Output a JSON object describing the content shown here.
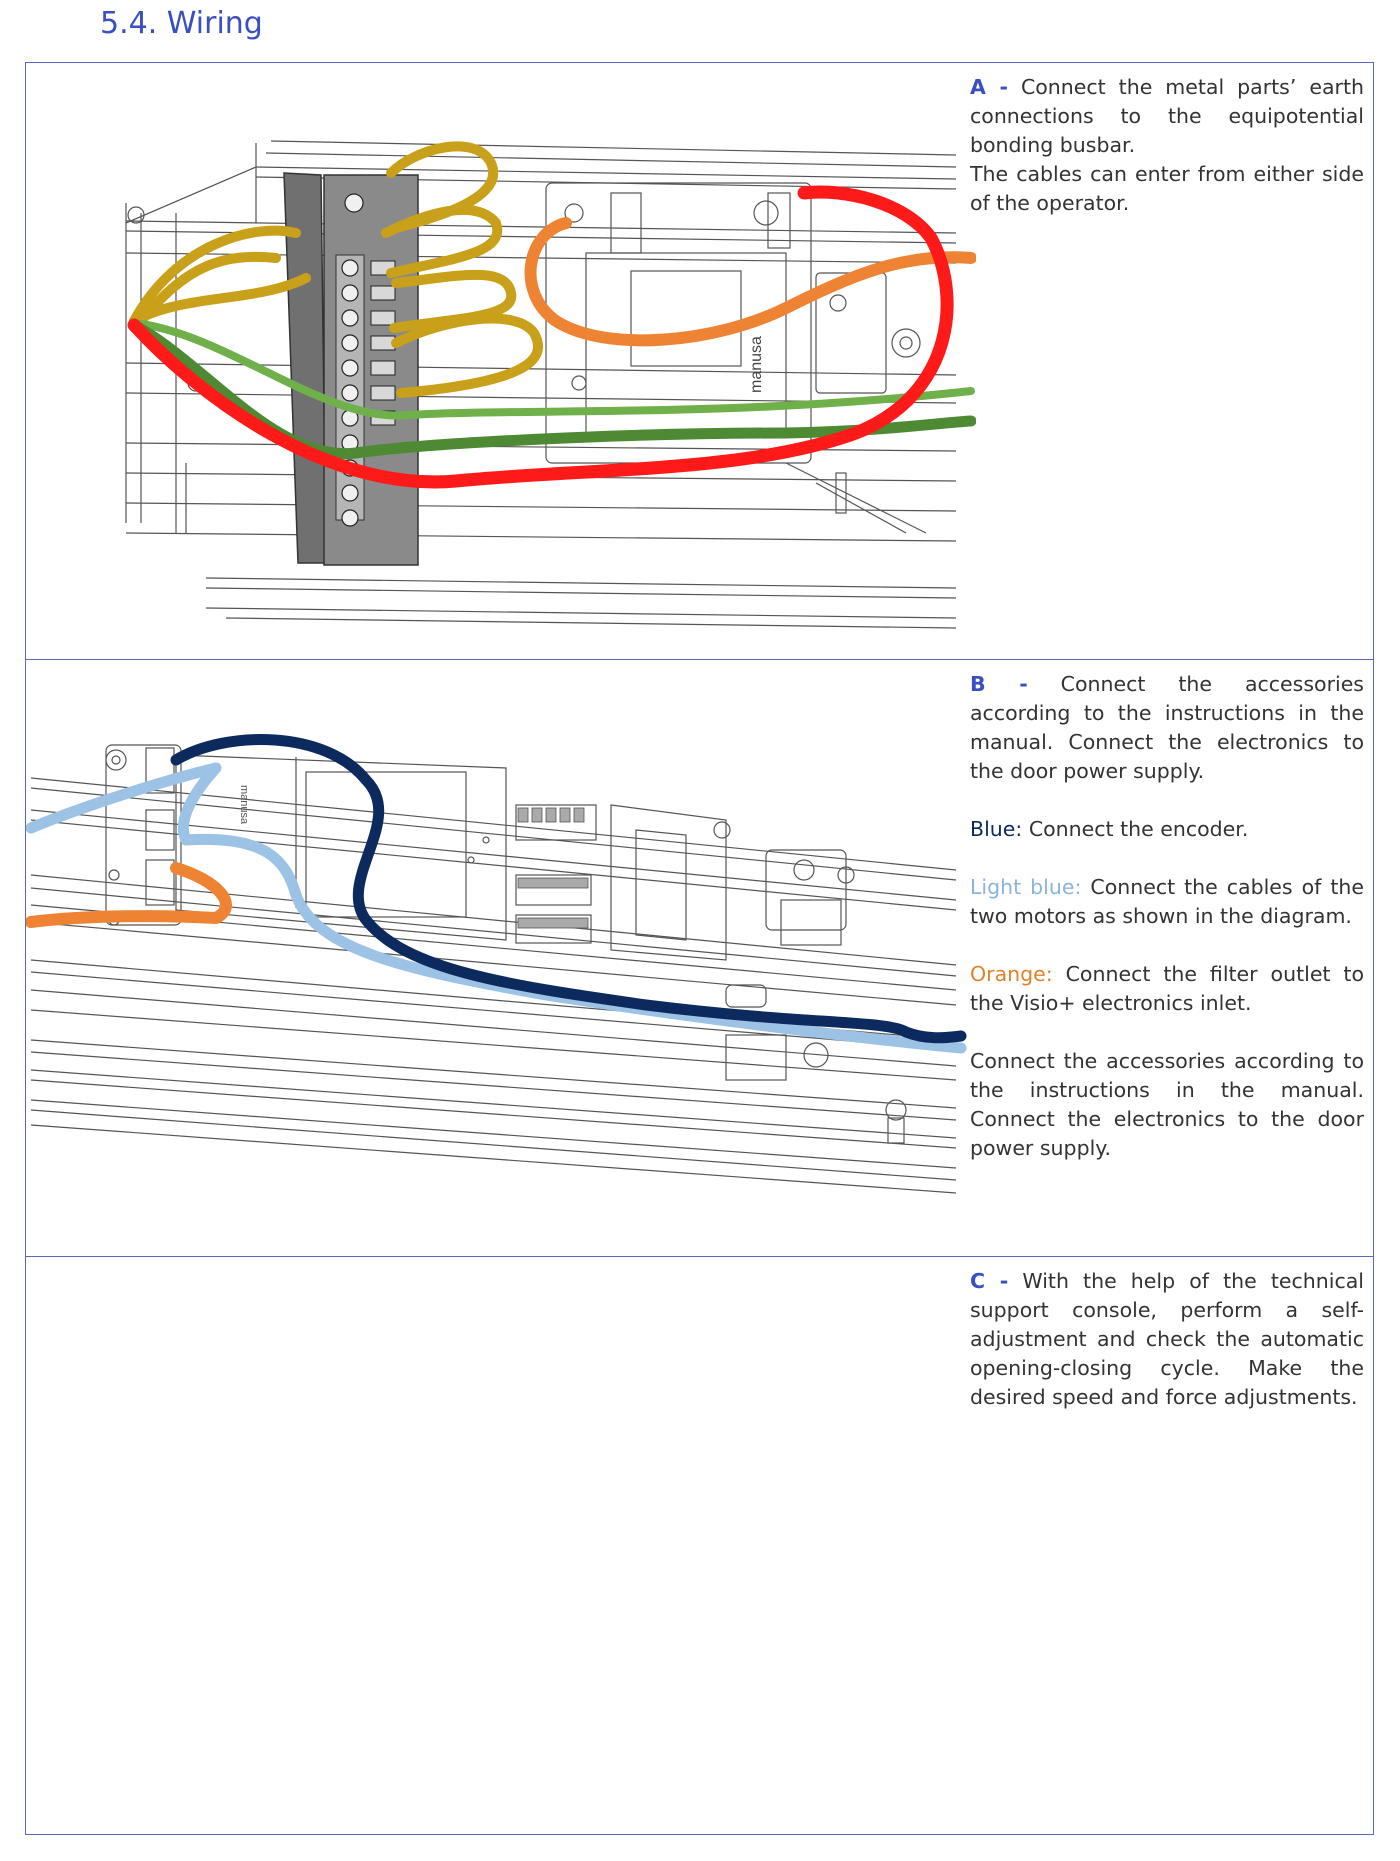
{
  "page": {
    "title": "5.4. Wiring"
  },
  "steps": {
    "a": {
      "letter": "A -",
      "text": "Connect the metal parts’ earth connections to the equipotential bonding busbar.",
      "text2": "The cables can enter from either side of the operator."
    },
    "b": {
      "letter": "B -",
      "text": "Connect the accessories according to the instructions in the manual. Connect the electronics to the door power supply.",
      "blue_key": "Blue:",
      "blue_text": "Connect the encoder.",
      "lightblue_key": "Light blue:",
      "lightblue_text": "Connect the cables of the two motors as shown in the diagram.",
      "orange_key": "Orange:",
      "orange_text": "Connect the filter outlet to the Visio+ electronics inlet.",
      "closing": "Connect the accessories according to the instructions in the manual. Connect the electronics to the door power supply."
    },
    "c": {
      "letter": "C -",
      "text": "With the help of the technical support console, perform a self-adjustment and check the automatic opening-closing cycle. Make the desired speed and force adjustments."
    }
  },
  "illustration": {
    "brand_label": "manusa"
  },
  "colors": {
    "accent": "#3a4fc0",
    "border": "#5866bf",
    "wire_red": "#ff1a1a",
    "wire_orange": "#ee8433",
    "wire_mustard": "#c9a01a",
    "wire_lightgreen": "#6fb04a",
    "wire_darkgreen": "#4e8a33",
    "wire_navy": "#0d2a5e",
    "wire_lightblue": "#9cc2e6"
  }
}
